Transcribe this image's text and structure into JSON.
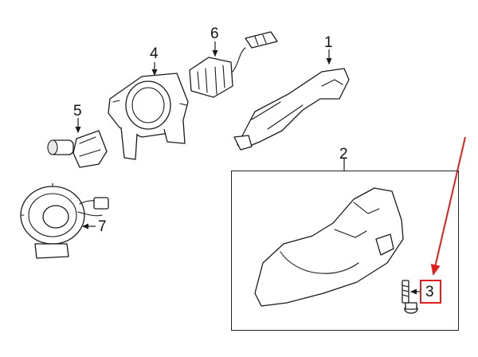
{
  "diagram": {
    "callouts": [
      {
        "id": "1",
        "label": "1"
      },
      {
        "id": "2",
        "label": "2"
      },
      {
        "id": "3",
        "label": "3"
      },
      {
        "id": "4",
        "label": "4"
      },
      {
        "id": "5",
        "label": "5"
      },
      {
        "id": "6",
        "label": "6"
      },
      {
        "id": "7",
        "label": "7"
      }
    ],
    "highlight_color": "#e02020",
    "line_color": "#1a1a1a"
  }
}
